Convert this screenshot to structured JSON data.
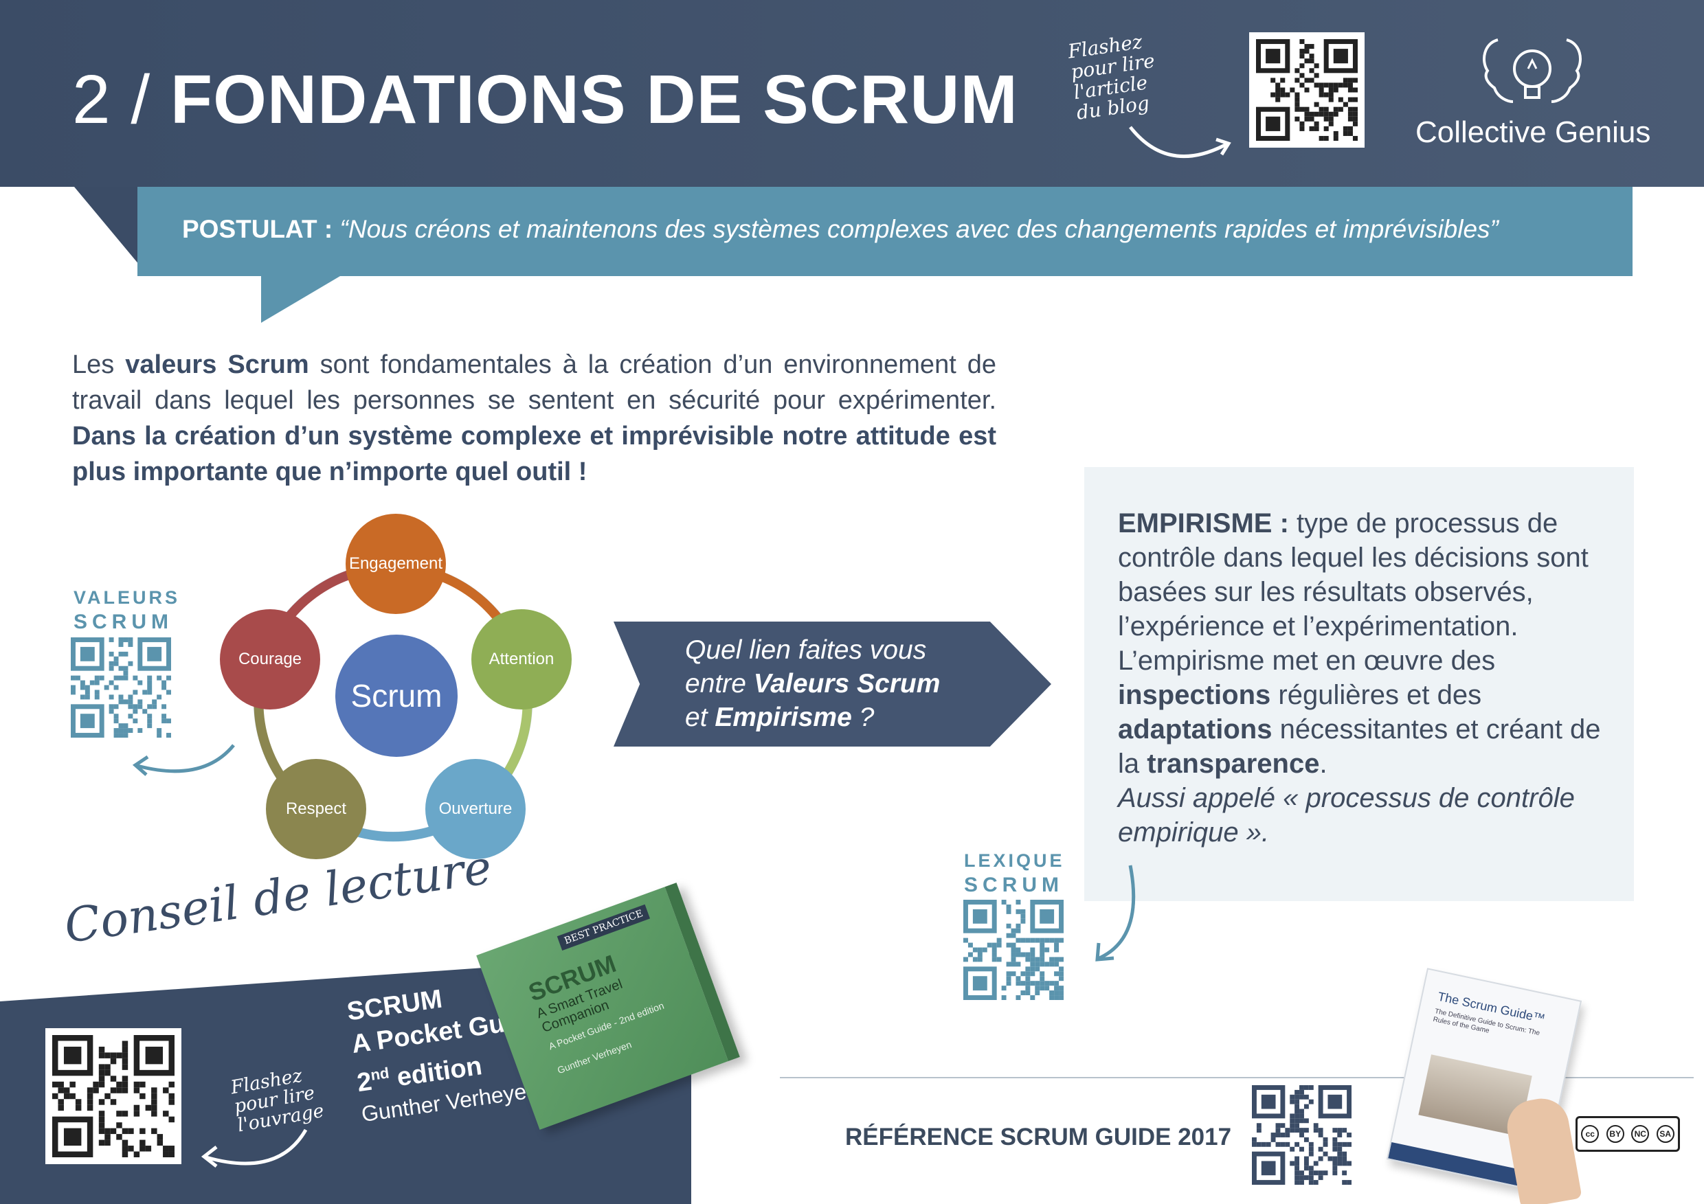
{
  "header": {
    "title_number": "2 /",
    "title_main": "FONDATIONS DE SCRUM",
    "flash_note": "Flashez pour lire l'article du blog",
    "logo_text": "Collective Genius",
    "logo_icon": "lightbulb-faces-icon"
  },
  "postulat": {
    "label": "POSTULAT :",
    "quote": "“Nous créons et maintenons des systèmes complexes avec des changements rapides et imprévisibles”"
  },
  "intro": {
    "p1": "Les ",
    "b1": "valeurs Scrum",
    "p2": " sont fondamentales à la création d’un environnement de travail dans lequel les personnes se sentent en sécurité pour expérimenter. ",
    "b2": "Dans la création d’un système complexe et imprévisible notre attitude est plus importante que n’importe quel outil !"
  },
  "valeurs_label": {
    "line1": "VALEURS",
    "line2": "SCRUM"
  },
  "diagram": {
    "center": "Scrum",
    "nodes": [
      {
        "label": "Engagement",
        "color": "#c96a26"
      },
      {
        "label": "Attention",
        "color": "#8fae55"
      },
      {
        "label": "Ouverture",
        "color": "#6aa7c9"
      },
      {
        "label": "Respect",
        "color": "#8b864f"
      },
      {
        "label": "Courage",
        "color": "#a84b4b"
      }
    ],
    "center_color": "#5576b8"
  },
  "question": {
    "line1": "Quel lien faites vous",
    "line2_pre": "entre ",
    "line2_bold": "Valeurs Scrum",
    "line3_pre": "et ",
    "line3_bold": "Empirisme",
    "line3_post": " ?"
  },
  "empirisme": {
    "term": "EMPIRISME :",
    "t1": " type de processus de contrôle dans lequel les décisions sont basées sur les résultats observés, l’expérience et l’expérimentation. L’empirisme met en œuvre des ",
    "b1": "inspections",
    "t2": " régulières et des ",
    "b2": "adaptations",
    "t3": " nécessitantes et créant de la ",
    "b3": "transparence",
    "t4": ".",
    "italic": "Aussi appelé « processus de contrôle empirique »."
  },
  "lexique_label": {
    "line1": "LEXIQUE",
    "line2": "SCRUM"
  },
  "reading": {
    "heading": "Conseil de lecture",
    "book_line1": "SCRUM",
    "book_line2": "A Pocket Guide",
    "book_line3_num": "2",
    "book_line3_sup": "nd",
    "book_line3_rest": " edition",
    "book_author": "Gunther Verheyen",
    "flash_note": "Flashez pour lire l'ouvrage",
    "cover_badge": "BEST PRACTICE",
    "cover_title": "SCRUM",
    "cover_subtitle": "A Smart Travel Companion",
    "cover_sub2": "A Pocket Guide - 2nd edition",
    "cover_author": "Gunther Verheyen"
  },
  "footer": {
    "reference": "RÉFÉRENCE SCRUM GUIDE 2017",
    "guide_title": "The Scrum Guide™",
    "guide_subtitle": "The Definitive Guide to Scrum: The Rules of the Game",
    "license_labels": [
      "BY",
      "NC",
      "SA"
    ],
    "license_icon": "creative-commons-icon"
  },
  "colors": {
    "header_bg": "#3b4c66",
    "accent_blue": "#5b94ad",
    "text": "#3f4b5e",
    "panel_light": "#eef3f6"
  }
}
